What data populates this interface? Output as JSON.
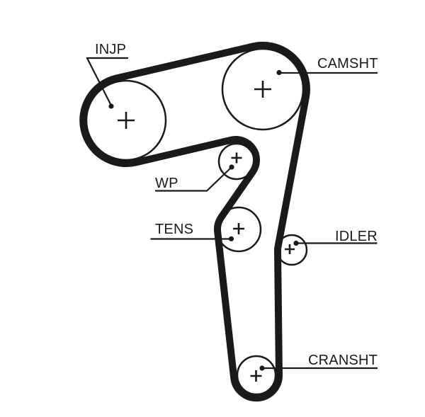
{
  "diagram": {
    "kind": "timing-belt-routing-diagram",
    "colors": {
      "background": "#ffffff",
      "line": "#1a1a1a"
    },
    "pulleys": [
      {
        "id": "injp",
        "label": "INJP"
      },
      {
        "id": "camsht",
        "label": "CAMSHT"
      },
      {
        "id": "wp",
        "label": "WP"
      },
      {
        "id": "tens",
        "label": "TENS"
      },
      {
        "id": "idler",
        "label": "IDLER"
      },
      {
        "id": "cransht",
        "label": "CRANSHT"
      }
    ]
  }
}
